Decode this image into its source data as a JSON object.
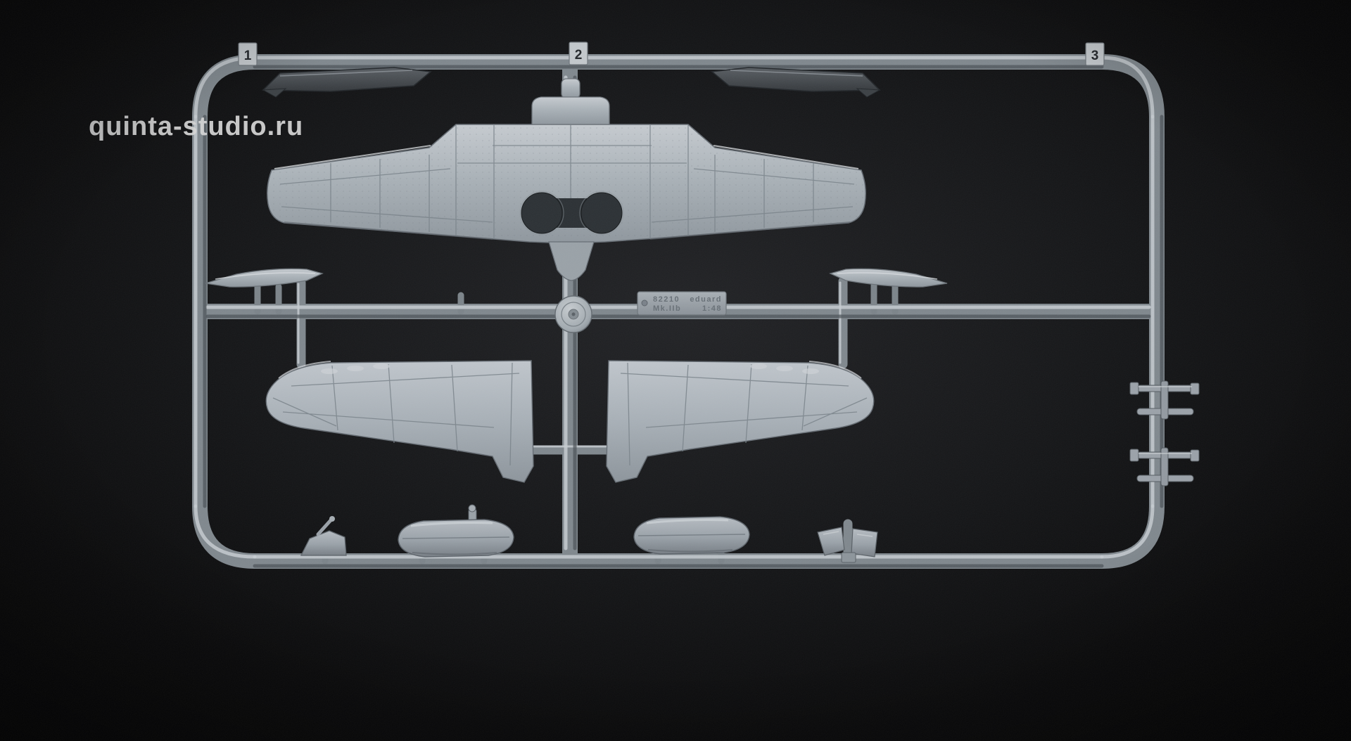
{
  "photo": {
    "type": "model-kit-sprue-photo",
    "background_color": "#070708",
    "plastic_color": "#9aa2aa",
    "dark_part_color": "#3f4449",
    "watermark": "quinta-studio.ru"
  },
  "sprue": {
    "gate_tags": [
      {
        "label": "1"
      },
      {
        "label": "2"
      },
      {
        "label": "3"
      }
    ],
    "info_plate": {
      "code": "82210",
      "brand": "eduard",
      "variant": "Mk.IIb",
      "scale": "1:48"
    },
    "parts": [
      {
        "name": "leading-edge-strip-left"
      },
      {
        "name": "leading-edge-strip-right"
      },
      {
        "name": "lower-wing-one-piece"
      },
      {
        "name": "wingtip-aileron-left"
      },
      {
        "name": "wingtip-aileron-right"
      },
      {
        "name": "round-cap"
      },
      {
        "name": "upper-wing-half-left"
      },
      {
        "name": "upper-wing-half-right"
      },
      {
        "name": "bomb-pylon"
      },
      {
        "name": "drop-tank-left"
      },
      {
        "name": "drop-tank-right"
      },
      {
        "name": "small-frame-parts-upper-right"
      },
      {
        "name": "small-frame-parts-lower-right"
      },
      {
        "name": "small-parts-bottom-right"
      }
    ]
  }
}
